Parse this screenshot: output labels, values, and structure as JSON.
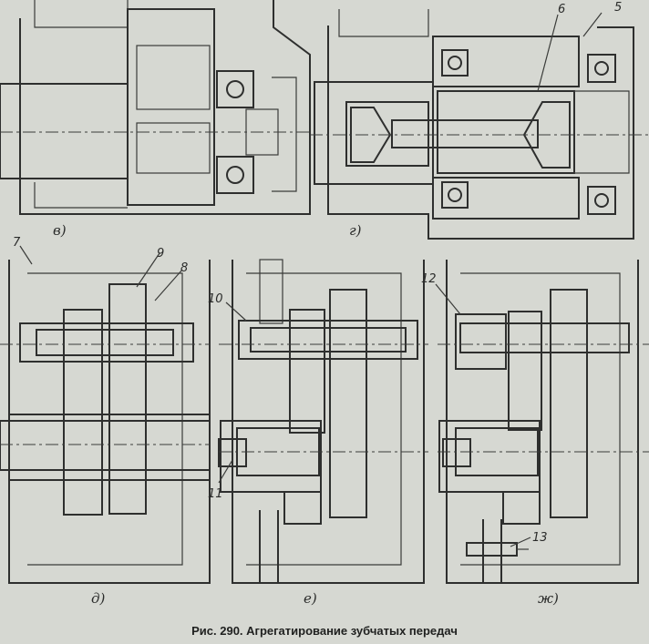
{
  "figure": {
    "caption": "Рис. 290. Агрегатирование зубчатых передач",
    "panels": [
      {
        "id": "v",
        "label": "в)"
      },
      {
        "id": "g",
        "label": "г)"
      },
      {
        "id": "d",
        "label": "д)"
      },
      {
        "id": "e",
        "label": "е)"
      },
      {
        "id": "zh",
        "label": "ж)"
      }
    ],
    "callouts": [
      "5",
      "6",
      "7",
      "8",
      "9",
      "10",
      "11",
      "12",
      "13"
    ]
  },
  "colors": {
    "paper": "#d6d8d2",
    "ink": "#2e2f2e"
  }
}
